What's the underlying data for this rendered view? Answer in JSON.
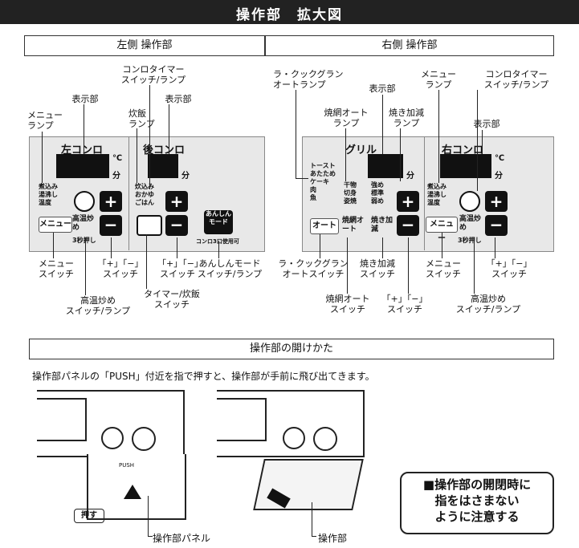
{
  "header": {
    "title": "操作部　拡大図"
  },
  "left_section": {
    "title": "左側 操作部",
    "panel_title": "左コンロ",
    "panel_title_rear": "後コンロ",
    "unit_c": "℃",
    "unit_min": "分",
    "unit_min2": "分",
    "menu_items": [
      "煮込み",
      "湯沸し",
      "温度"
    ],
    "rice_items": [
      "炊込み",
      "おかゆ",
      "ごはん"
    ],
    "menu_button": "メニュー",
    "hot_fry_button": "高温炒め",
    "hot_fry_sub": "3秒押し",
    "anshin_button": "あんしんモード",
    "anshin_sub": "コンロ3口使用可",
    "callouts": {
      "konro_timer": "コンロタイマー\nスイッチ/ランプ",
      "display1": "表示部",
      "menu_lamp": "メニュー\nランプ",
      "rice_lamp": "炊飯\nランプ",
      "display2": "表示部",
      "menu_switch": "メニュー\nスイッチ",
      "plus_minus1": "「+」「−」\nスイッチ",
      "plus_minus2": "「+」「−」\nスイッチ",
      "anshin": "あんしんモード\nスイッチ/ランプ",
      "hot_fry": "高温炒め\nスイッチ/ランプ",
      "timer_rice": "タイマー/炊飯\nスイッチ"
    }
  },
  "right_section": {
    "title": "右側 操作部",
    "grill_title": "グリル",
    "right_title": "右コンロ",
    "unit_min": "分",
    "unit_c": "℃",
    "unit_min2": "分",
    "cook_items": [
      "トースト",
      "あたため",
      "ケーキ",
      "肉",
      "魚"
    ],
    "grill_items": [
      "干物",
      "切身",
      "姿焼"
    ],
    "level_items": [
      "強め",
      "標準",
      "弱め"
    ],
    "menu_items": [
      "煮込み",
      "湯沸し",
      "温度"
    ],
    "auto_button": "オート",
    "grill_auto_button": "焼網オート",
    "adjust_button": "焼き加減",
    "menu_button": "メニュー",
    "hot_fry_button": "高温炒め",
    "hot_fry_sub": "3秒押し",
    "callouts": {
      "cook_auto_lamp": "ラ・クックグラン\nオートランプ",
      "display1": "表示部",
      "menu_lamp": "メニュー\nランプ",
      "konro_timer": "コンロタイマー\nスイッチ/ランプ",
      "grill_auto_lamp": "焼網オート\nランプ",
      "adjust_lamp": "焼き加減\nランプ",
      "display2": "表示部",
      "cook_auto_switch": "ラ・クックグラン\nオートスイッチ",
      "adjust_switch": "焼き加減\nスイッチ",
      "menu_switch": "メニュー\nスイッチ",
      "plus_minus": "「+」「−」\nスイッチ",
      "grill_auto_switch": "焼網オート\nスイッチ",
      "plus_minus2": "「+」「−」\nスイッチ",
      "hot_fry": "高温炒め\nスイッチ/ランプ"
    }
  },
  "open_section": {
    "title": "操作部の開けかた",
    "instruction": "操作部パネルの「PUSH」付近を指で押すと、操作部が手前に飛び出てきます。",
    "push_label": "押す",
    "panel_label": "操作部パネル",
    "unit_label": "操作部",
    "push_text": "PUSH",
    "warning": "■操作部の開閉時に\n指をはさまない\nように注意する"
  }
}
